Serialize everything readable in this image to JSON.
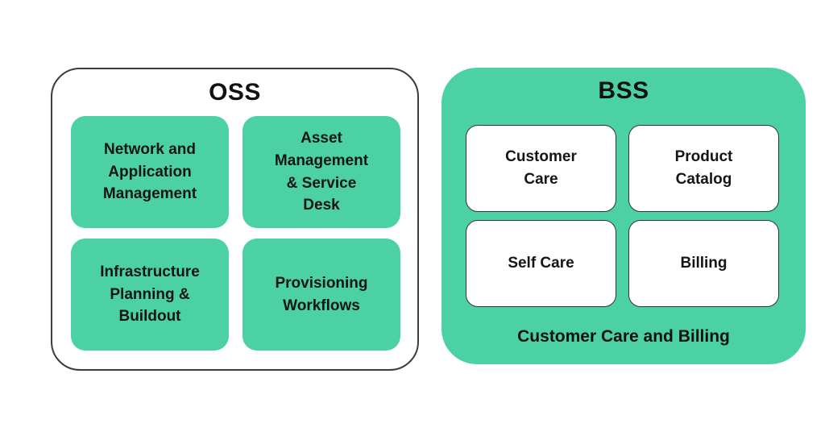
{
  "diagram": {
    "colors": {
      "accent_green": "#4bd1a4",
      "panel_border": "#3b3b3b",
      "box_border": "#333333",
      "text": "#151515",
      "background": "#ffffff"
    },
    "oss": {
      "title": "OSS",
      "boxes": [
        {
          "label": "Network and\nApplication\nManagement"
        },
        {
          "label": "Asset\nManagement\n& Service\nDesk"
        },
        {
          "label": "Infrastructure\nPlanning &\nBuildout"
        },
        {
          "label": "Provisioning\nWorkflows"
        }
      ]
    },
    "bss": {
      "title": "BSS",
      "boxes": [
        {
          "label": "Customer\nCare"
        },
        {
          "label": "Product\nCatalog"
        },
        {
          "label": "Self Care"
        },
        {
          "label": "Billing"
        }
      ],
      "caption": "Customer Care and Billing"
    }
  }
}
